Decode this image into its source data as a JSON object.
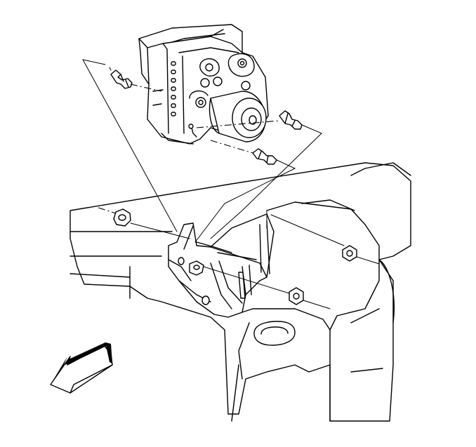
{
  "diagram": {
    "parts": [
      "abs-modulator-assembly",
      "bracket",
      "frame-rail",
      "insulator-upper-left",
      "insulator-right",
      "insulator-lower",
      "nut-left",
      "nut-center",
      "nut-right",
      "nut-lower",
      "direction-arrow"
    ],
    "colors": {
      "line": "#000000",
      "background": "#ffffff"
    }
  }
}
